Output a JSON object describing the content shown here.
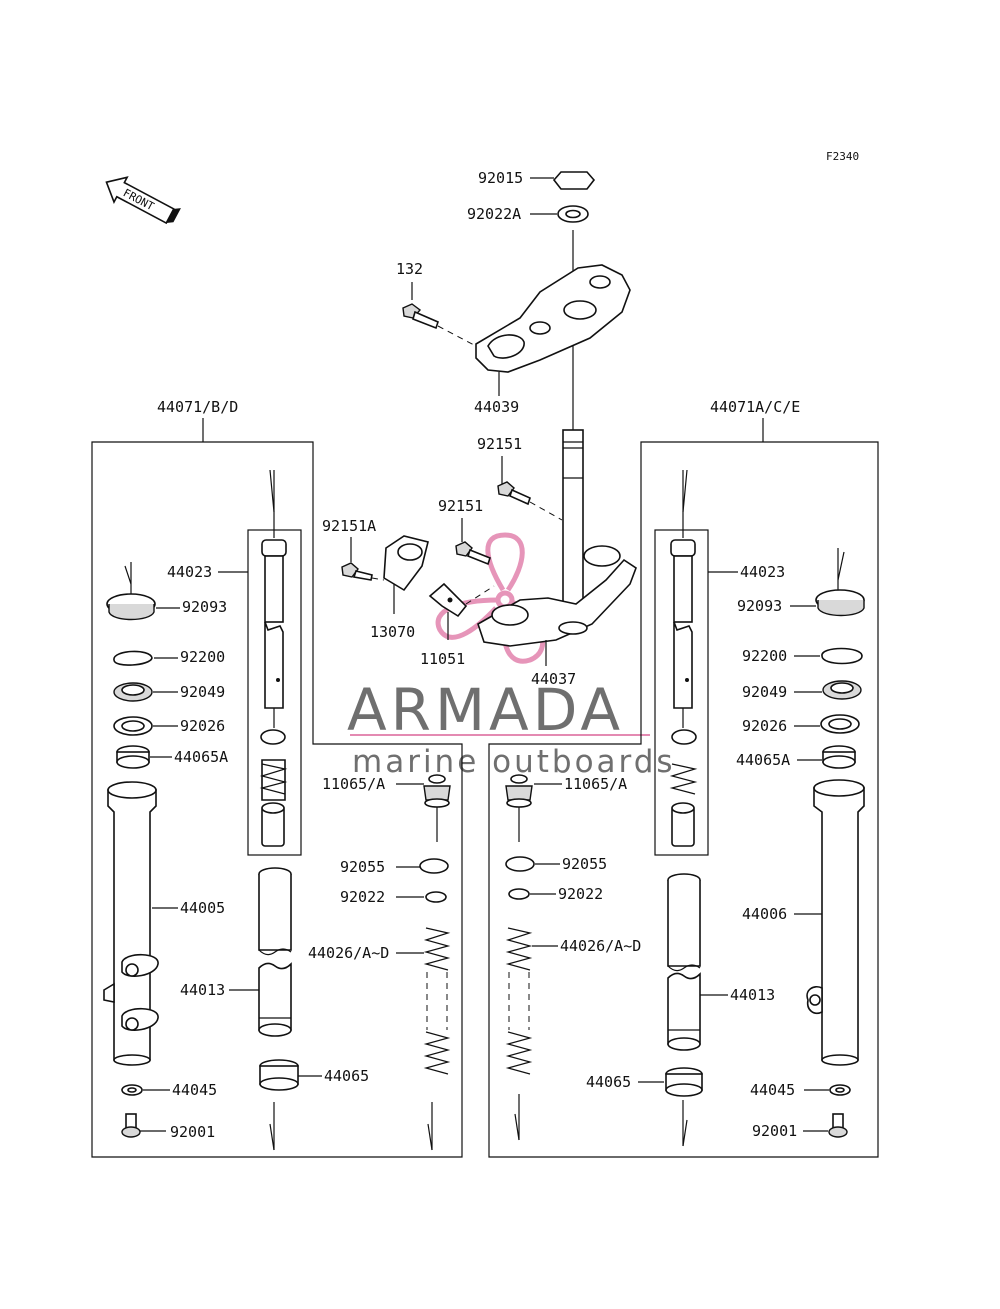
{
  "figure_id": "F2340",
  "front_label": "FRONT",
  "watermark": {
    "brand": "ARMADA",
    "tagline": "marine outboards",
    "accent_color": "#e48ab2",
    "text_color": "#6f6f6f"
  },
  "labels": {
    "p92015": "92015",
    "p92022A": "92022A",
    "p132": "132",
    "p44039": "44039",
    "p92151_top": "92151",
    "p92151_mid": "92151",
    "p92151A": "92151A",
    "p13070": "13070",
    "p11051": "11051",
    "p44037": "44037",
    "left_assy": "44071/B/D",
    "right_assy": "44071A/C/E",
    "l44023": "44023",
    "l92093": "92093",
    "l92200": "92200",
    "l92049": "92049",
    "l92026": "92026",
    "l44065A": "44065A",
    "l44005": "44005",
    "l44013": "44013",
    "l44045": "44045",
    "l92001": "92001",
    "l44065": "44065",
    "l11065": "11065/A",
    "l92055": "92055",
    "l92022": "92022",
    "l44026": "44026/A~D",
    "r44023": "44023",
    "r92093": "92093",
    "r92200": "92200",
    "r92049": "92049",
    "r92026": "92026",
    "r44065A": "44065A",
    "r44006": "44006",
    "r44013": "44013",
    "r44045": "44045",
    "r92001": "92001",
    "r44065": "44065",
    "r11065": "11065/A",
    "r92055": "92055",
    "r92022": "92022",
    "r44026": "44026/A~D"
  }
}
